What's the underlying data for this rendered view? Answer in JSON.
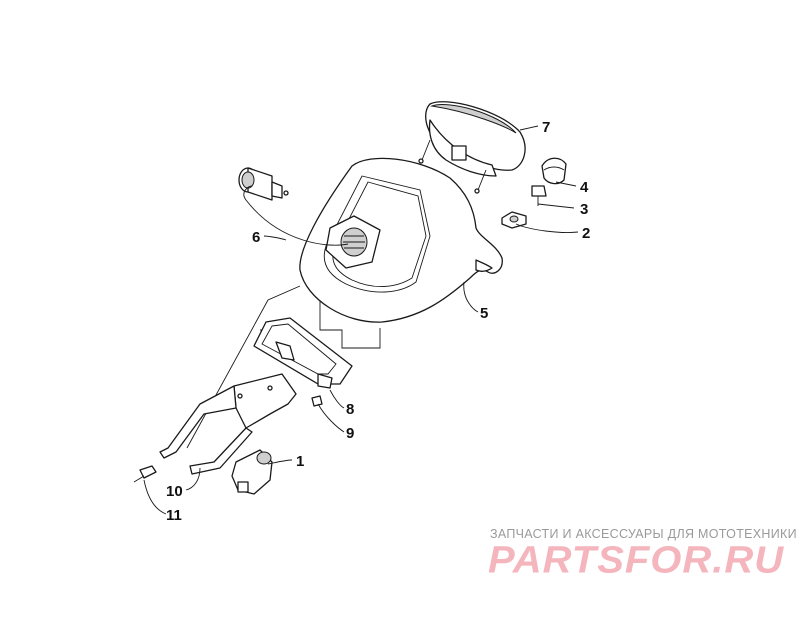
{
  "diagram": {
    "callouts": [
      {
        "id": "1",
        "label": "1"
      },
      {
        "id": "2",
        "label": "2"
      },
      {
        "id": "3",
        "label": "3"
      },
      {
        "id": "4",
        "label": "4"
      },
      {
        "id": "5",
        "label": "5"
      },
      {
        "id": "6",
        "label": "6"
      },
      {
        "id": "7",
        "label": "7"
      },
      {
        "id": "8",
        "label": "8"
      },
      {
        "id": "9",
        "label": "9"
      },
      {
        "id": "10",
        "label": "10"
      },
      {
        "id": "11",
        "label": "11"
      }
    ]
  },
  "watermark": {
    "tagline": "ЗАПЧАСТИ И АКСЕССУАРЫ ДЛЯ МОТОТЕХНИКИ",
    "logo": "PARTSFOR.RU",
    "logo_color": "#f4b5bd",
    "tagline_color": "#9a9a9a"
  }
}
